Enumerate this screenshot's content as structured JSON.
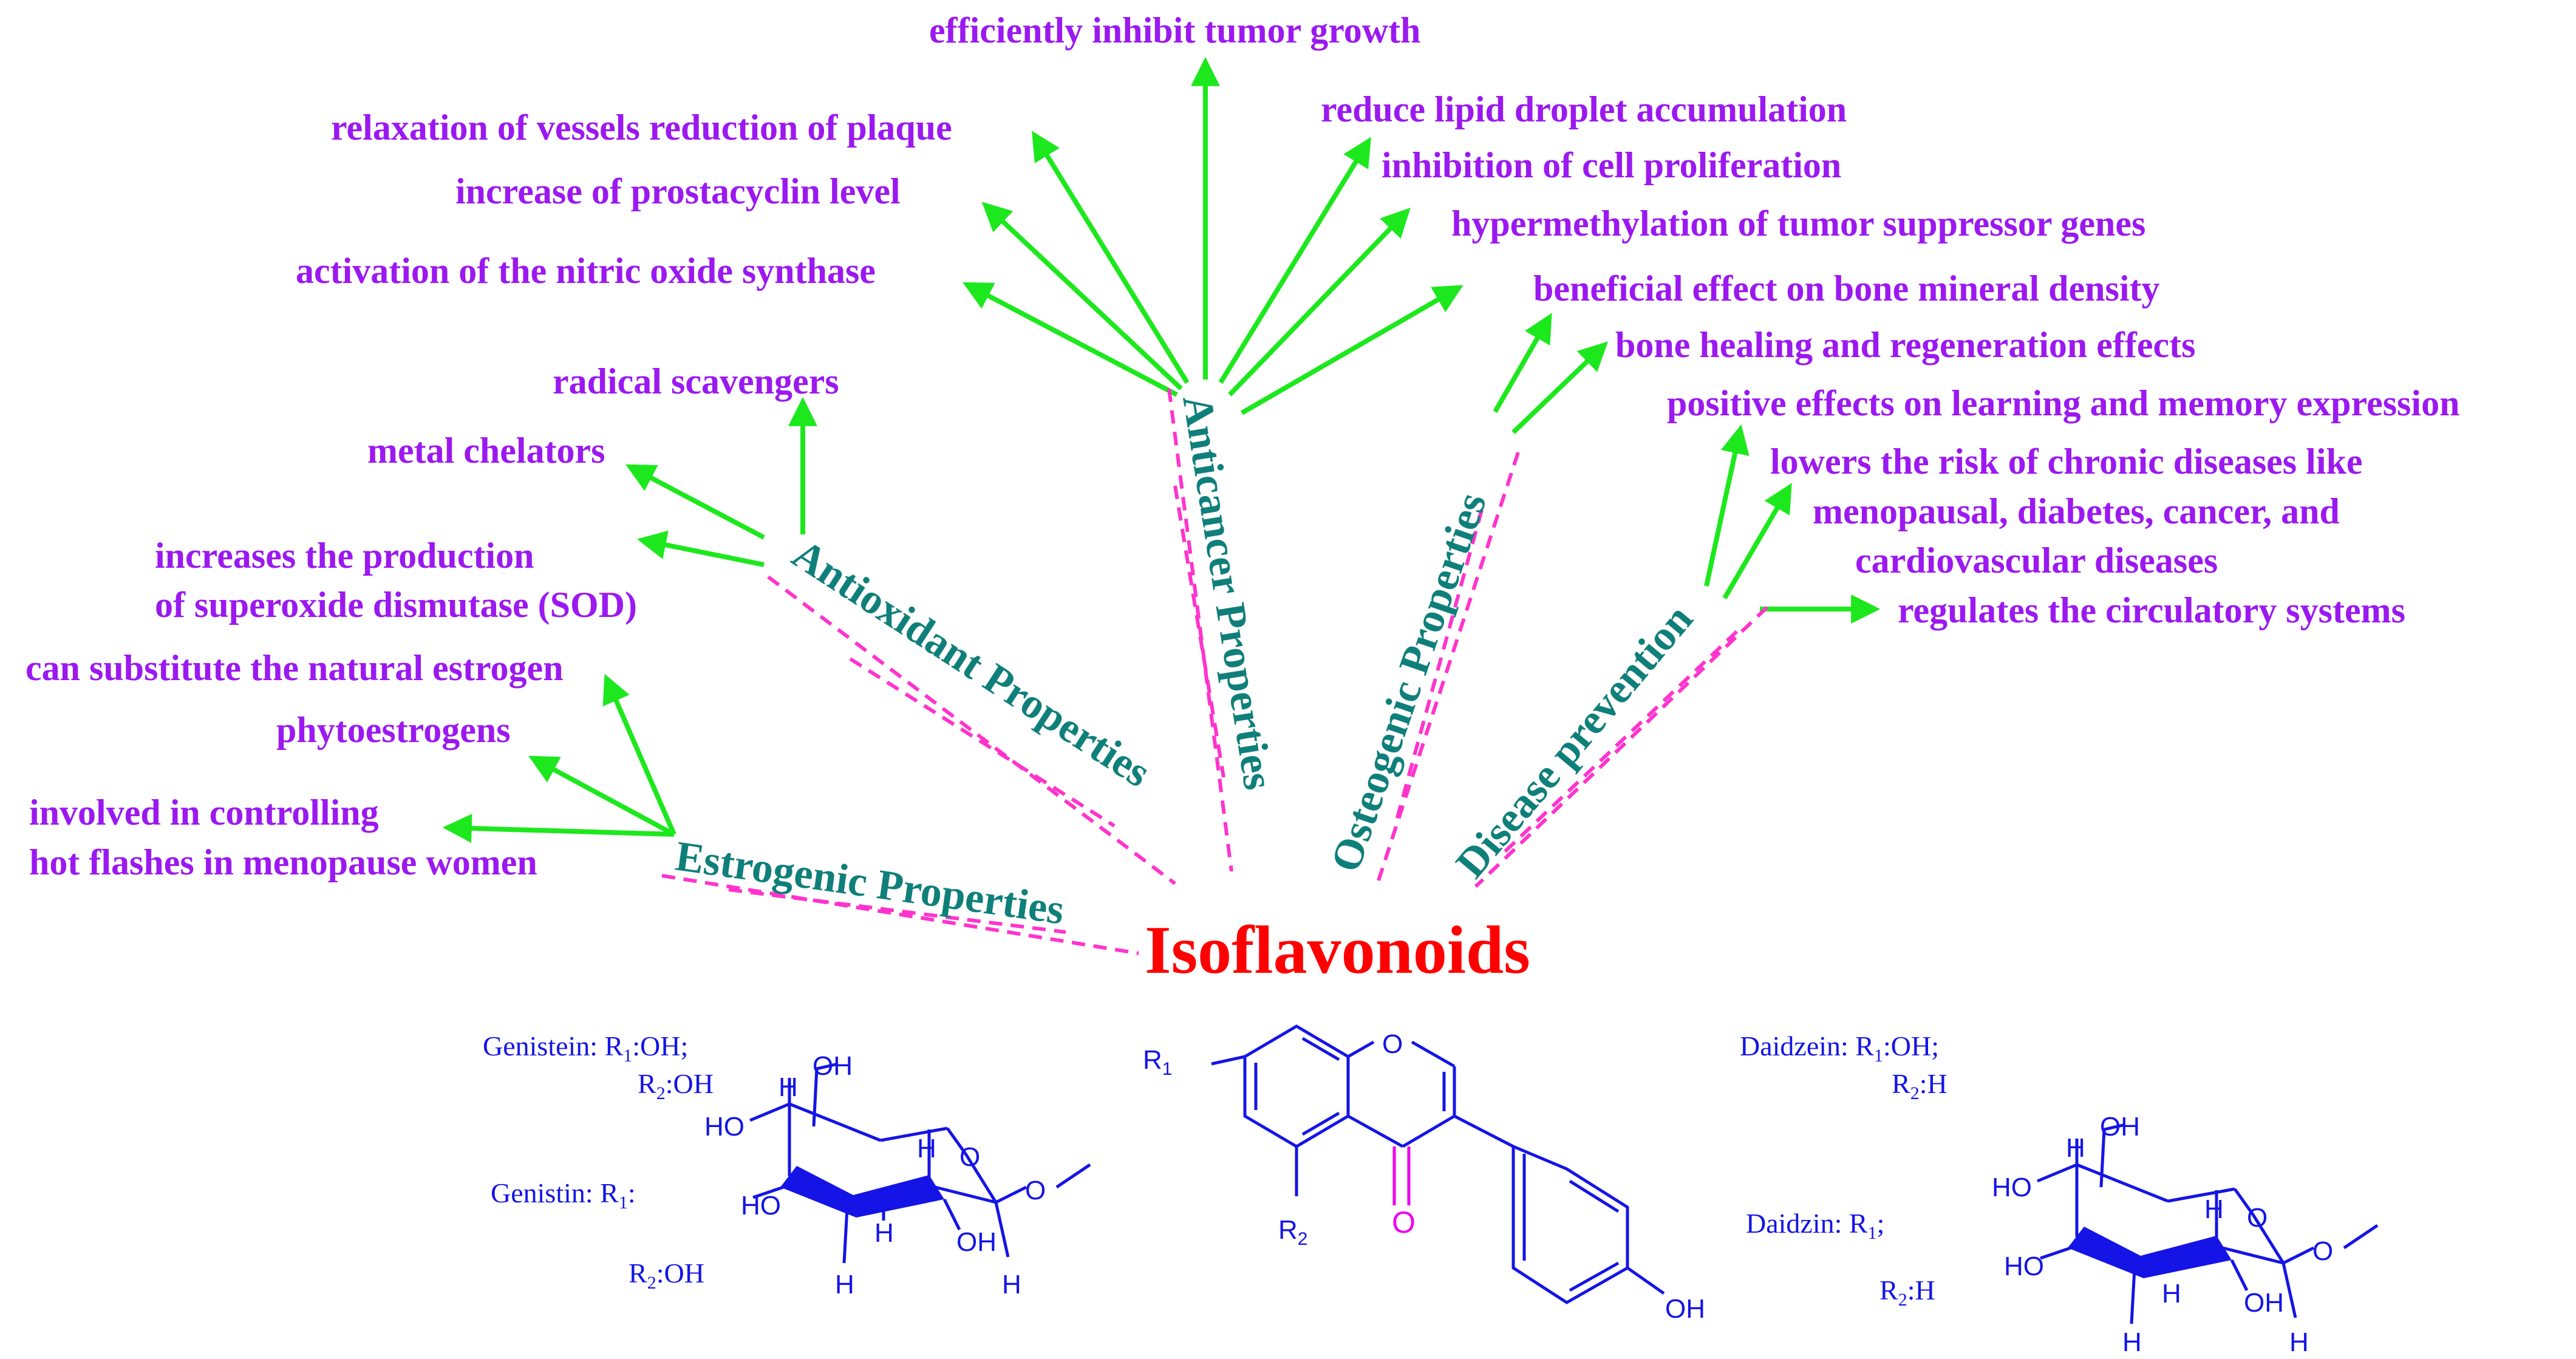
{
  "title": "Isoflavonoids",
  "colors": {
    "effect_text": "#9b19f0",
    "property_text": "#0f7f7a",
    "title": "#ff0000",
    "arrow": "#1de81d",
    "dash": "#ff33cc",
    "structure": "#1414e6",
    "carbonyl": "#ee00ee"
  },
  "properties": {
    "estrogenic": "Estrogenic Properties",
    "antioxidant": "Antioxidant Properties",
    "anticancer": "Anticancer Properties",
    "osteogenic": "Osteogenic Properties",
    "disease": "Disease prevention"
  },
  "effects": {
    "estrogenic": [
      "involved in controlling",
      "hot flashes in menopause women",
      "phytoestrogens",
      "can substitute the natural estrogen"
    ],
    "antioxidant": [
      "increases the production",
      "of superoxide dismutase (SOD)",
      "metal chelators",
      "radical scavengers"
    ],
    "anticancer_left": [
      "activation of the nitric oxide synthase",
      "increase of prostacyclin level",
      "relaxation of vessels reduction of plaque"
    ],
    "anticancer_top": "efficiently inhibit tumor growth",
    "anticancer_right": [
      "reduce lipid droplet accumulation",
      "inhibition of cell proliferation",
      "hypermethylation of tumor suppressor genes"
    ],
    "osteogenic": [
      "beneficial effect on bone mineral density",
      "bone healing and regeneration effects"
    ],
    "disease": [
      "positive effects on learning and memory expression",
      "lowers the risk of chronic diseases like",
      "menopausal, diabetes, cancer, and",
      "cardiovascular diseases",
      "regulates the circulatory systems"
    ]
  },
  "structures": {
    "genistein": {
      "line1": "Genistein: R",
      "line1_sub": "1",
      "line1_end": ":OH;",
      "line2": "R",
      "line2_sub": "2",
      "line2_end": ":OH"
    },
    "genistin": {
      "line1": "Genistin: R",
      "line1_sub": "1",
      "line1_end": ":",
      "line2": "R",
      "line2_sub": "2",
      "line2_end": ":OH"
    },
    "daidzein": {
      "line1": "Daidzein: R",
      "line1_sub": "1",
      "line1_end": ":OH;",
      "line2": "R",
      "line2_sub": "2",
      "line2_end": ":H"
    },
    "daidzin": {
      "line1": "Daidzin: R",
      "line1_sub": "1",
      "line1_end": ";",
      "line2": "R",
      "line2_sub": "2",
      "line2_end": ":H"
    },
    "core": {
      "r1": "R",
      "r1_sub": "1",
      "r2": "R",
      "r2_sub": "2",
      "ring_o": "O",
      "carbonyl_o": "O",
      "oh": "OH"
    },
    "sugar": {
      "h": "H",
      "oh": "OH",
      "ho": "HO",
      "o": "O"
    }
  }
}
